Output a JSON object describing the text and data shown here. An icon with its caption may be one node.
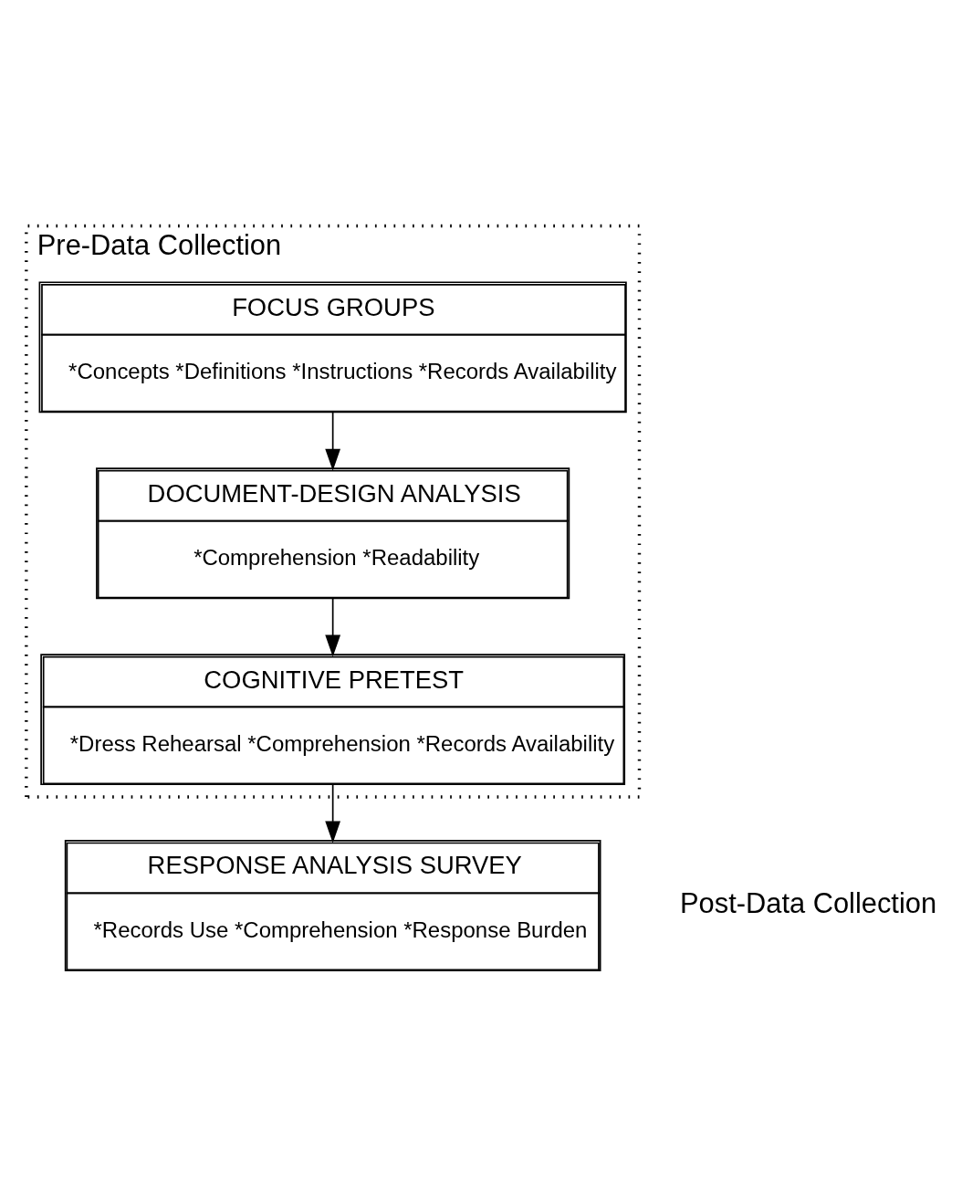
{
  "diagram": {
    "nodes": [
      {
        "text": [
          "Pre-Data Collection"
        ]
      },
      {
        "text": [
          "FOCUS GROUPS",
          "*Concepts *Definitions *Instructions *Records Availability"
        ],
        "in": 0
      },
      {
        "text": [
          "DOCUMENT-DESIGN ANALYSIS",
          "*Comprehension *Readability"
        ],
        "in": 0
      },
      {
        "text": [
          "COGNITIVE PRETEST",
          "*Dress Rehearsal *Comprehension *Records Availability"
        ],
        "in": 0
      },
      {
        "text": [
          "RESPONSE ANALYSIS SURVEY",
          "*Records Use *Comprehension *Response Burden"
        ],
        "beside": [
          "Post-Data Collection"
        ]
      }
    ],
    "edges": [
      {
        "from": 1,
        "to": 2,
        "arrow": "to"
      },
      {
        "from": 2,
        "to": 3,
        "arrow": "to"
      },
      {
        "from": 3,
        "to": 4,
        "arrow": "to"
      }
    ]
  }
}
